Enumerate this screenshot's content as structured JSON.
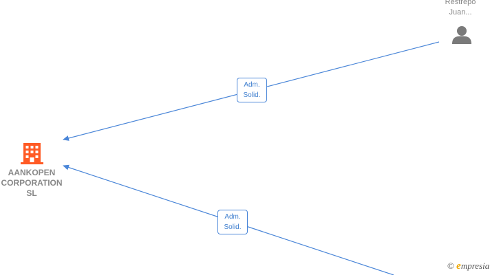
{
  "nodes": {
    "company": {
      "name_line1": "AANKOPEN",
      "name_line2": "CORPORATION",
      "name_line3": "SL",
      "icon": "building-icon",
      "color": "#ff5a24"
    },
    "person": {
      "name_line1": "Restrepo",
      "name_line2": "Juan...",
      "icon": "person-icon",
      "color": "#7a7a7a"
    }
  },
  "edges": [
    {
      "label_line1": "Adm.",
      "label_line2": "Solid.",
      "color": "#4a86d8"
    },
    {
      "label_line1": "Adm.",
      "label_line2": "Solid.",
      "color": "#4a86d8"
    }
  ],
  "watermark": {
    "copyright": "©",
    "brand_initial": "e",
    "brand_rest": "mpresia"
  }
}
